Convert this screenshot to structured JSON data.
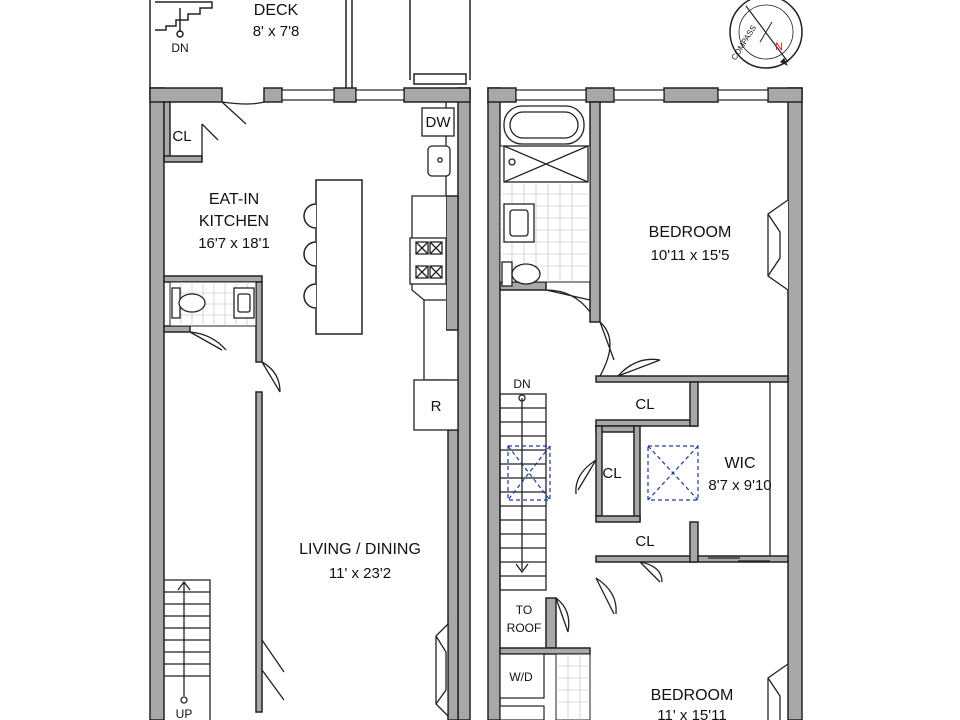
{
  "labels": {
    "deck_name": "DECK",
    "deck_dims": "8' x 7'8",
    "deck_stair": "DN",
    "kitchen_line1": "EAT-IN",
    "kitchen_line2": "KITCHEN",
    "kitchen_dims": "16'7 x 18'1",
    "closet": "CL",
    "dishwasher": "DW",
    "refrigerator": "R",
    "living_name": "LIVING / DINING",
    "living_dims": "11' x 23'2",
    "stair_up": "UP",
    "bedroom1_name": "BEDROOM",
    "bedroom1_dims": "10'11 x 15'5",
    "stair_down": "DN",
    "wic_name": "WIC",
    "wic_dims": "8'7 x 9'10",
    "roof_line1": "TO",
    "roof_line2": "ROOF",
    "washer_dryer": "W/D",
    "bedroom2_name": "BEDROOM",
    "bedroom2_dims": "11' x 15'11",
    "compass_text": "COMPASS",
    "compass_north": "N"
  },
  "colors": {
    "wall": "#a8a8a8",
    "line": "#222222",
    "skylight": "#1a3aa0",
    "north": "#d02020"
  }
}
